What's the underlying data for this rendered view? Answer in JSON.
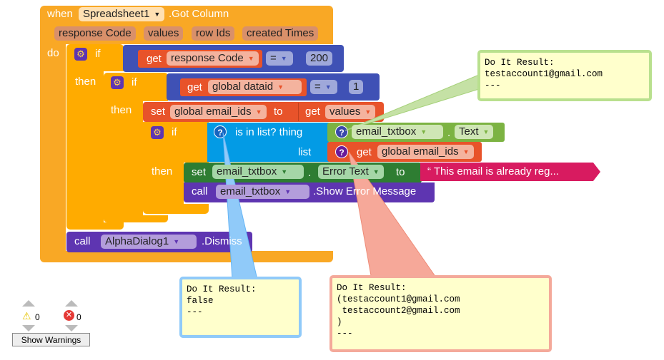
{
  "colors": {
    "event": "#F9A825",
    "control": "#FFAB00",
    "logic": "#3F51B5",
    "variable": "#E8532A",
    "list": "#039BE5",
    "component_getter": "#7CB342",
    "component_setter": "#2E7D32",
    "component_call": "#5E35B1",
    "text": "#D81B60",
    "callout_green": "#B9E08E",
    "callout_blue": "#90CAF9",
    "callout_red": "#F4A99A",
    "callout_bg": "#FFFFCC"
  },
  "event": {
    "when": "when",
    "component": "Spreadsheet1",
    "event": ".Got Column",
    "params": [
      "response Code",
      "values",
      "row Ids",
      "created Times"
    ],
    "do": "do"
  },
  "if1": {
    "if": "if",
    "then": "then",
    "get": "get",
    "var": "response Code",
    "op": "=",
    "value": "200"
  },
  "if2": {
    "if": "if",
    "then": "then",
    "get": "get",
    "var": "global dataid",
    "op": "=",
    "value": "1"
  },
  "set_ids": {
    "set": "set",
    "var": "global email_ids",
    "to": "to",
    "get": "get",
    "value": "values"
  },
  "if3": {
    "if": "if",
    "then": "then",
    "is_in_list": "is in list? thing",
    "list": "list",
    "thing_component": "email_txtbox",
    "dot": ".",
    "thing_prop": "Text",
    "get": "get",
    "list_var": "global email_ids"
  },
  "set_error": {
    "set": "set",
    "component": "email_txtbox",
    "dot": ".",
    "prop": "Error Text",
    "to": "to",
    "text": "“ This email is already reg..."
  },
  "call_error": {
    "call": "call",
    "component": "email_txtbox",
    "method": ".Show Error Message"
  },
  "call_dismiss": {
    "call": "call",
    "component": "AlphaDialog1",
    "method": ".Dismiss"
  },
  "callouts": {
    "green": "Do It Result:\ntestaccount1@gmail.com\n---",
    "blue": "Do It Result:\nfalse\n---",
    "red": "Do It Result:\n(testaccount1@gmail.com\n testaccount2@gmail.com\n)\n---"
  },
  "warnings": {
    "warning_count": "0",
    "error_count": "0",
    "button": "Show Warnings"
  }
}
